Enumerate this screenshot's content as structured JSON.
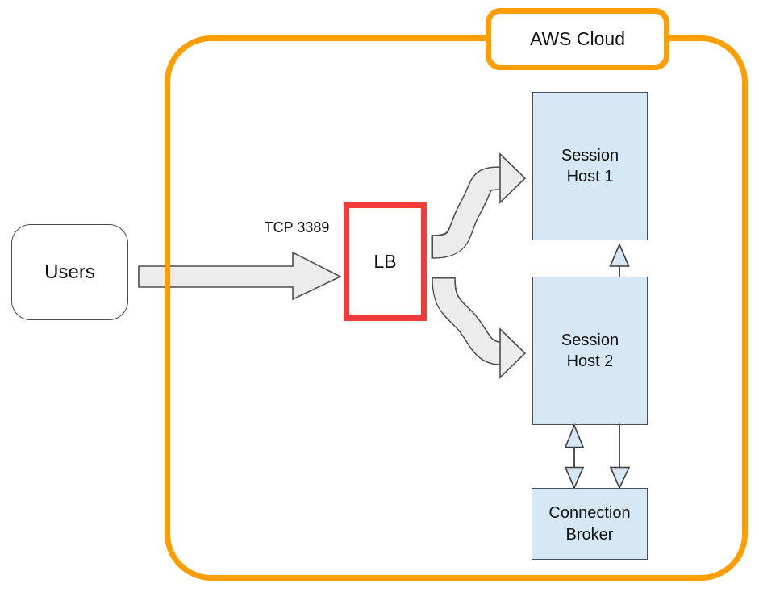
{
  "cloud": {
    "label": "AWS Cloud"
  },
  "nodes": {
    "users": {
      "label": "Users"
    },
    "lb": {
      "label": "LB"
    },
    "session_host_1": {
      "line1": "Session",
      "line2": "Host 1"
    },
    "session_host_2": {
      "line1": "Session",
      "line2": "Host 2"
    },
    "connection_broker": {
      "line1": "Connection",
      "line2": "Broker"
    }
  },
  "labels": {
    "tcp": "TCP 3389"
  },
  "colors": {
    "cloud-border": "#FF9E00",
    "lb-border": "#F43B3B",
    "node-fill": "#D6E8F5",
    "node-border": "#44505A",
    "arrow-fill": "#ECECEC",
    "arrow-outline": "#4D4D4D",
    "shape-border": "#4A4A4A",
    "text": "#111111"
  }
}
